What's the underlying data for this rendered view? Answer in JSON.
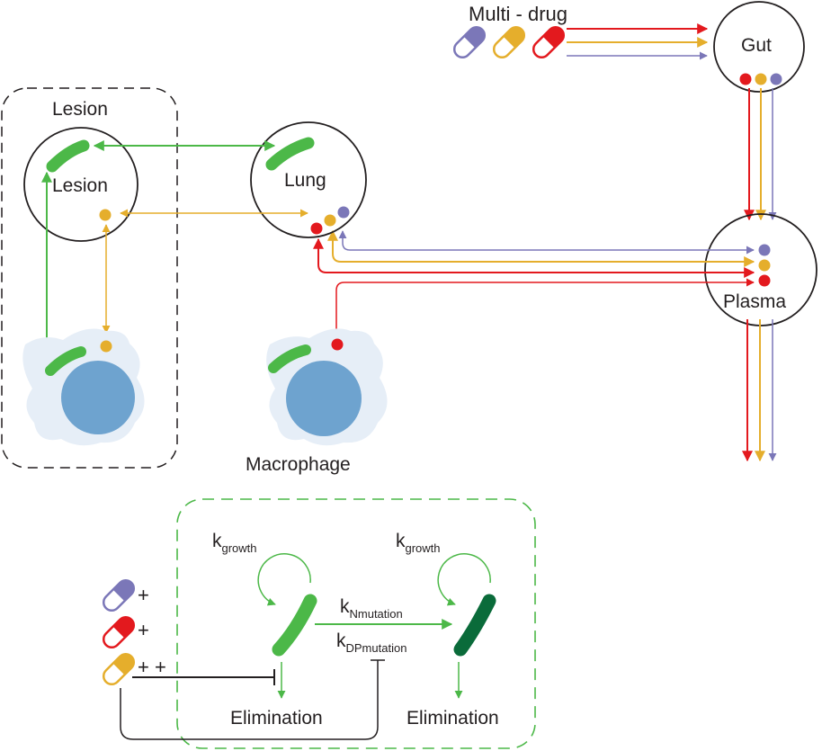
{
  "title": "Multi - drug",
  "compartments": {
    "gut": "Gut",
    "lung": "Lung",
    "lesion": "Lesion",
    "plasma": "Plasma"
  },
  "groups": {
    "lesion_box": "Lesion",
    "macrophage": "Macrophage"
  },
  "mechanism": {
    "k_growth_left_main": "k",
    "k_growth_left_sub": "growth",
    "k_growth_right_main": "k",
    "k_growth_right_sub": "growth",
    "k_n_main": "k",
    "k_n_sub": "Nmutation",
    "k_dp_main": "k",
    "k_dp_sub": "DPmutation",
    "elimination_left": "Elimination",
    "elimination_right": "Elimination",
    "plus_1": "+",
    "plus_2": "+",
    "plus_3": "+ +"
  },
  "drugs": [
    {
      "name": "purple-drug",
      "color": "#7b77b8"
    },
    {
      "name": "yellow-drug",
      "color": "#e5ae2c"
    },
    {
      "name": "red-drug",
      "color": "#e3191e"
    }
  ],
  "colors": {
    "bacterium": "#4cb848",
    "mutant_bacterium": "#0a6b3a",
    "macrophage_body": "#e6eef7",
    "macrophage_nucleus": "#6ea3cf",
    "green_dashed_box": "#4cb848"
  },
  "icons": [
    "capsule-icon",
    "bacterium-icon",
    "macrophage-icon",
    "drug-dot-icon"
  ]
}
